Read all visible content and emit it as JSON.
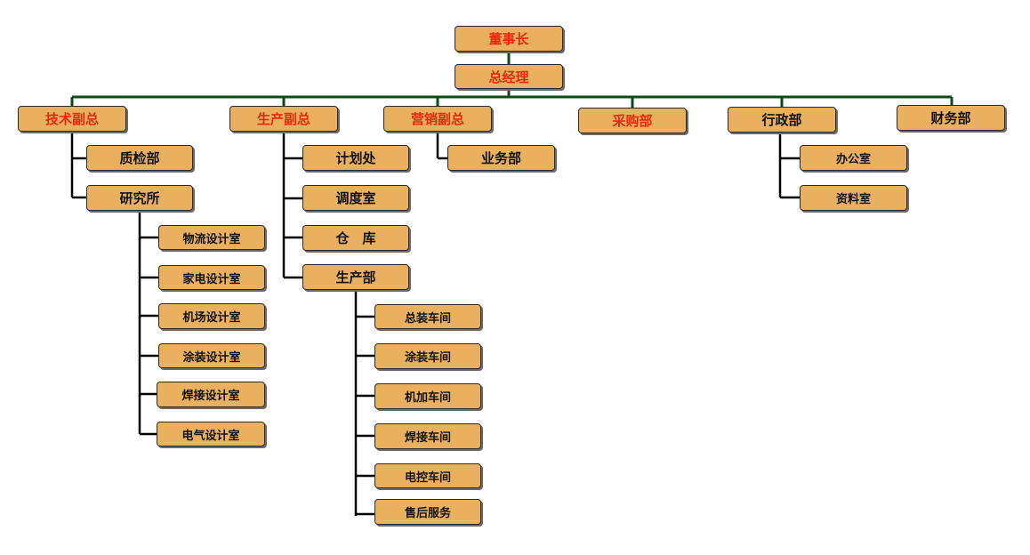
{
  "colors": {
    "box_fill": "#e9b05f",
    "box_border": "#2b2b2b",
    "red_text": "#e8280f",
    "dark_text": "#111111",
    "top_line": "#0f4a1a",
    "line": "#000000"
  },
  "nodes": {
    "chairman": "董事长",
    "gm": "总经理",
    "tech_vp": "技术副总",
    "prod_vp": "生产副总",
    "sales_vp": "营销副总",
    "purchasing": "采购部",
    "admin": "行政部",
    "finance": "财务部",
    "qc": "质检部",
    "research": "研究所",
    "logistics_design": "物流设计室",
    "appliance_design": "家电设计室",
    "airport_design": "机场设计室",
    "painting_design": "涂装设计室",
    "welding_design": "焊接设计室",
    "electrical_design": "电气设计室",
    "planning": "计划处",
    "dispatch": "调度室",
    "warehouse": "仓　库",
    "production": "生产部",
    "assembly_ws": "总装车间",
    "painting_ws": "涂装车间",
    "machining_ws": "机加车间",
    "welding_ws": "焊接车间",
    "econtrol_ws": "电控车间",
    "after_sales": "售后服务",
    "business": "业务部",
    "office": "办公室",
    "archives": "资料室"
  }
}
